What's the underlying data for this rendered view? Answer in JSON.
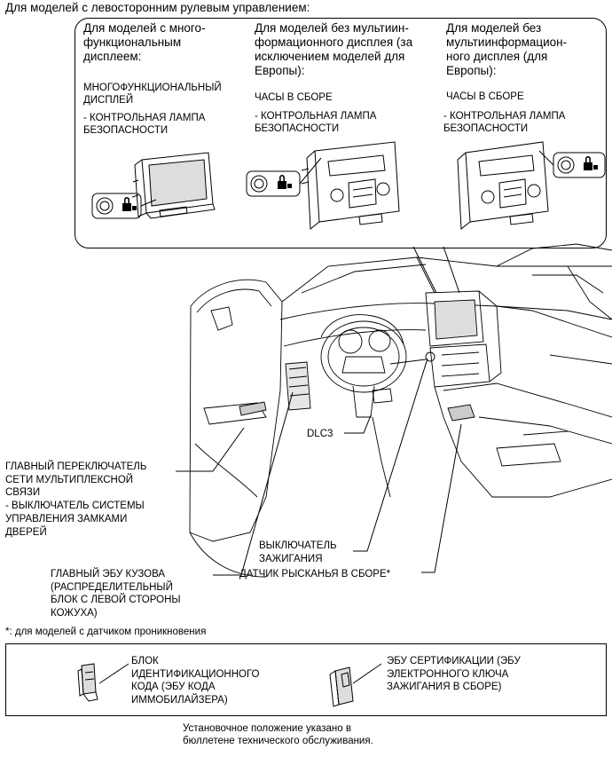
{
  "title": "Для моделей с левосторонним рулевым управлением:",
  "panels": [
    {
      "heading": "Для моделей с много-\nфункциональным\nдисплеем:",
      "component": "МНОГОФУНКЦИОНАЛЬНЫЙ\nДИСПЛЕЙ",
      "sub": "- КОНТРОЛЬНАЯ ЛАМПА\nБЕЗОПАСНОСТИ"
    },
    {
      "heading": "Для моделей без мультиин-\nформационного дисплея (за\nисключением моделей для\nЕвропы):",
      "component": "ЧАСЫ В СБОРЕ",
      "sub": "- КОНТРОЛЬНАЯ ЛАМПА\nБЕЗОПАСНОСТИ"
    },
    {
      "heading": "Для моделей без\nмультиинформацион-\nного дисплея (для\nЕвропы):",
      "component": "ЧАСЫ В СБОРЕ",
      "sub": "- КОНТРОЛЬНАЯ ЛАМПА\nБЕЗОПАСНОСТИ"
    }
  ],
  "labels": {
    "dlc3": "DLC3",
    "multiplex": "ГЛАВНЫЙ ПЕРЕКЛЮЧАТЕЛЬ\nСЕТИ МУЛЬТИПЛЕКСНОЙ\nСВЯЗИ\n- ВЫКЛЮЧАТЕЛЬ СИСТЕМЫ\nУПРАВЛЕНИЯ ЗАМКАМИ\nДВЕРЕЙ",
    "body_ecu": "ГЛАВНЫЙ ЭБУ КУЗОВА\n(РАСПРЕДЕЛИТЕЛЬНЫЙ\nБЛОК С ЛЕВОЙ СТОРОНЫ\nКОЖУХА)",
    "ignition": "ВЫКЛЮЧАТЕЛЬ\nЗАЖИГАНИЯ",
    "yaw": "ДАТЧИК РЫСКАНЬЯ В СБОРЕ*"
  },
  "footnote": "*: для моделей с датчиком проникновения",
  "bottom_box": {
    "left": "БЛОК\nИДЕНТИФИКАЦИОННОГО\nКОДА (ЭБУ КОДА\nИММОБИЛАЙЗЕРА)",
    "right": "ЭБУ СЕРТИФИКАЦИИ (ЭБУ\nЭЛЕКТРОННОГО КЛЮЧА\nЗАЖИГАНИЯ В СБОРЕ)"
  },
  "note": "Установочное положение указано в\nбюллетене технического обслуживания.",
  "icons": [
    "security-lamp-icon",
    "lock-icon",
    "display-unit-icon",
    "clock-unit-icon",
    "id-code-box-icon",
    "certification-ecu-icon"
  ]
}
